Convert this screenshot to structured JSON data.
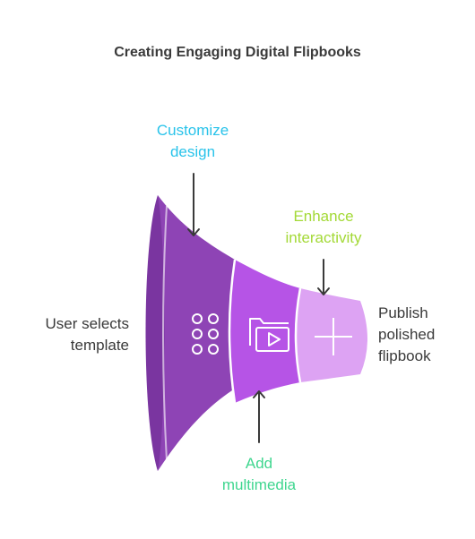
{
  "title": "Creating Engaging Digital Flipbooks",
  "steps": [
    {
      "label_line1": "User selects",
      "label_line2": "template",
      "color": "#8e44b5",
      "icon": "grid-dots-icon"
    },
    {
      "label_line1": "Customize",
      "label_line2": "design",
      "color": "#b654e6",
      "icon": null
    },
    {
      "label_line1": "Add",
      "label_line2": "multimedia",
      "color": "#b654e6",
      "icon": "video-folder-icon"
    },
    {
      "label_line1": "Enhance",
      "label_line2": "interactivity",
      "color": "#dda3f3",
      "icon": "plus-icon"
    },
    {
      "label_line1": "Publish",
      "label_line2": "polished",
      "label_line3": "flipbook"
    }
  ],
  "label_colors": {
    "customize": "#29c3ea",
    "add_multimedia": "#3fd68f",
    "enhance": "#a3d936",
    "default": "#3a3a3a"
  }
}
